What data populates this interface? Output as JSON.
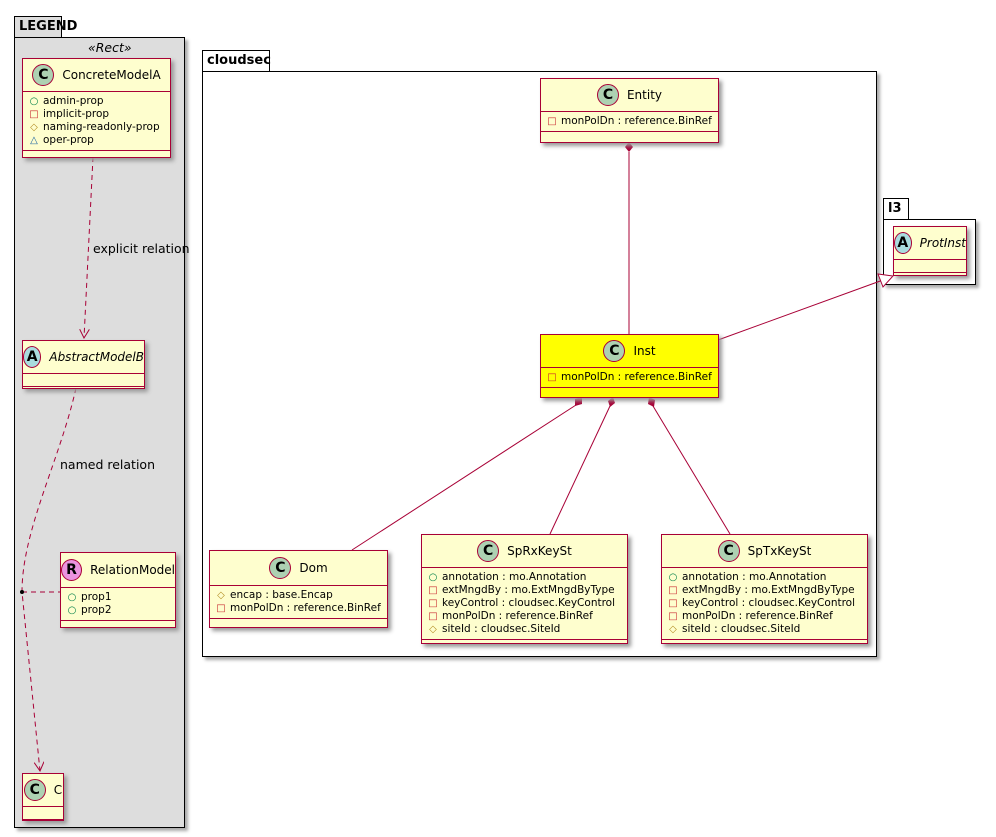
{
  "legend": {
    "title": "LEGEND",
    "stereotype": "«Rect»",
    "explicit_label": "explicit relation",
    "named_label": "named relation"
  },
  "packages": {
    "cloudsec": "cloudsec",
    "l3": "l3"
  },
  "colors": {
    "class_fill": "#fefece",
    "border": "#a80036",
    "highlight": "#ffff00",
    "legend_bg": "#dddddd"
  },
  "classes": [
    {
      "id": "concretemodela",
      "name": "ConcreteModelA",
      "kind": "C",
      "attrs": [
        [
          "public",
          "admin-prop"
        ],
        [
          "private",
          "implicit-prop"
        ],
        [
          "protected",
          "naming-readonly-prop"
        ],
        [
          "package",
          "oper-prop"
        ]
      ]
    },
    {
      "id": "abstractmodelb",
      "name": "AbstractModelB",
      "kind": "A",
      "attrs": []
    },
    {
      "id": "relationmodel",
      "name": "RelationModel",
      "kind": "R",
      "attrs": [
        [
          "public",
          "prop1"
        ],
        [
          "public",
          "prop2"
        ]
      ]
    },
    {
      "id": "c",
      "name": "C",
      "kind": "C",
      "attrs": []
    },
    {
      "id": "entity",
      "name": "Entity",
      "kind": "C",
      "attrs": [
        [
          "private",
          "monPolDn : reference.BinRef"
        ]
      ]
    },
    {
      "id": "inst",
      "name": "Inst",
      "kind": "C",
      "highlight": true,
      "attrs": [
        [
          "private",
          "monPolDn : reference.BinRef"
        ]
      ]
    },
    {
      "id": "protinst",
      "name": "ProtInst",
      "kind": "A",
      "attrs": []
    },
    {
      "id": "dom",
      "name": "Dom",
      "kind": "C",
      "attrs": [
        [
          "protected",
          "encap : base.Encap"
        ],
        [
          "private",
          "monPolDn : reference.BinRef"
        ]
      ]
    },
    {
      "id": "sprxkeyst",
      "name": "SpRxKeySt",
      "kind": "C",
      "attrs": [
        [
          "public",
          "annotation : mo.Annotation"
        ],
        [
          "private",
          "extMngdBy : mo.ExtMngdByType"
        ],
        [
          "private",
          "keyControl : cloudsec.KeyControl"
        ],
        [
          "private",
          "monPolDn : reference.BinRef"
        ],
        [
          "protected",
          "siteId : cloudsec.SiteId"
        ]
      ]
    },
    {
      "id": "sptxkeyst",
      "name": "SpTxKeySt",
      "kind": "C",
      "attrs": [
        [
          "public",
          "annotation : mo.Annotation"
        ],
        [
          "private",
          "extMngdBy : mo.ExtMngdByType"
        ],
        [
          "private",
          "keyControl : cloudsec.KeyControl"
        ],
        [
          "private",
          "monPolDn : reference.BinRef"
        ],
        [
          "protected",
          "siteId : cloudsec.SiteId"
        ]
      ]
    }
  ]
}
